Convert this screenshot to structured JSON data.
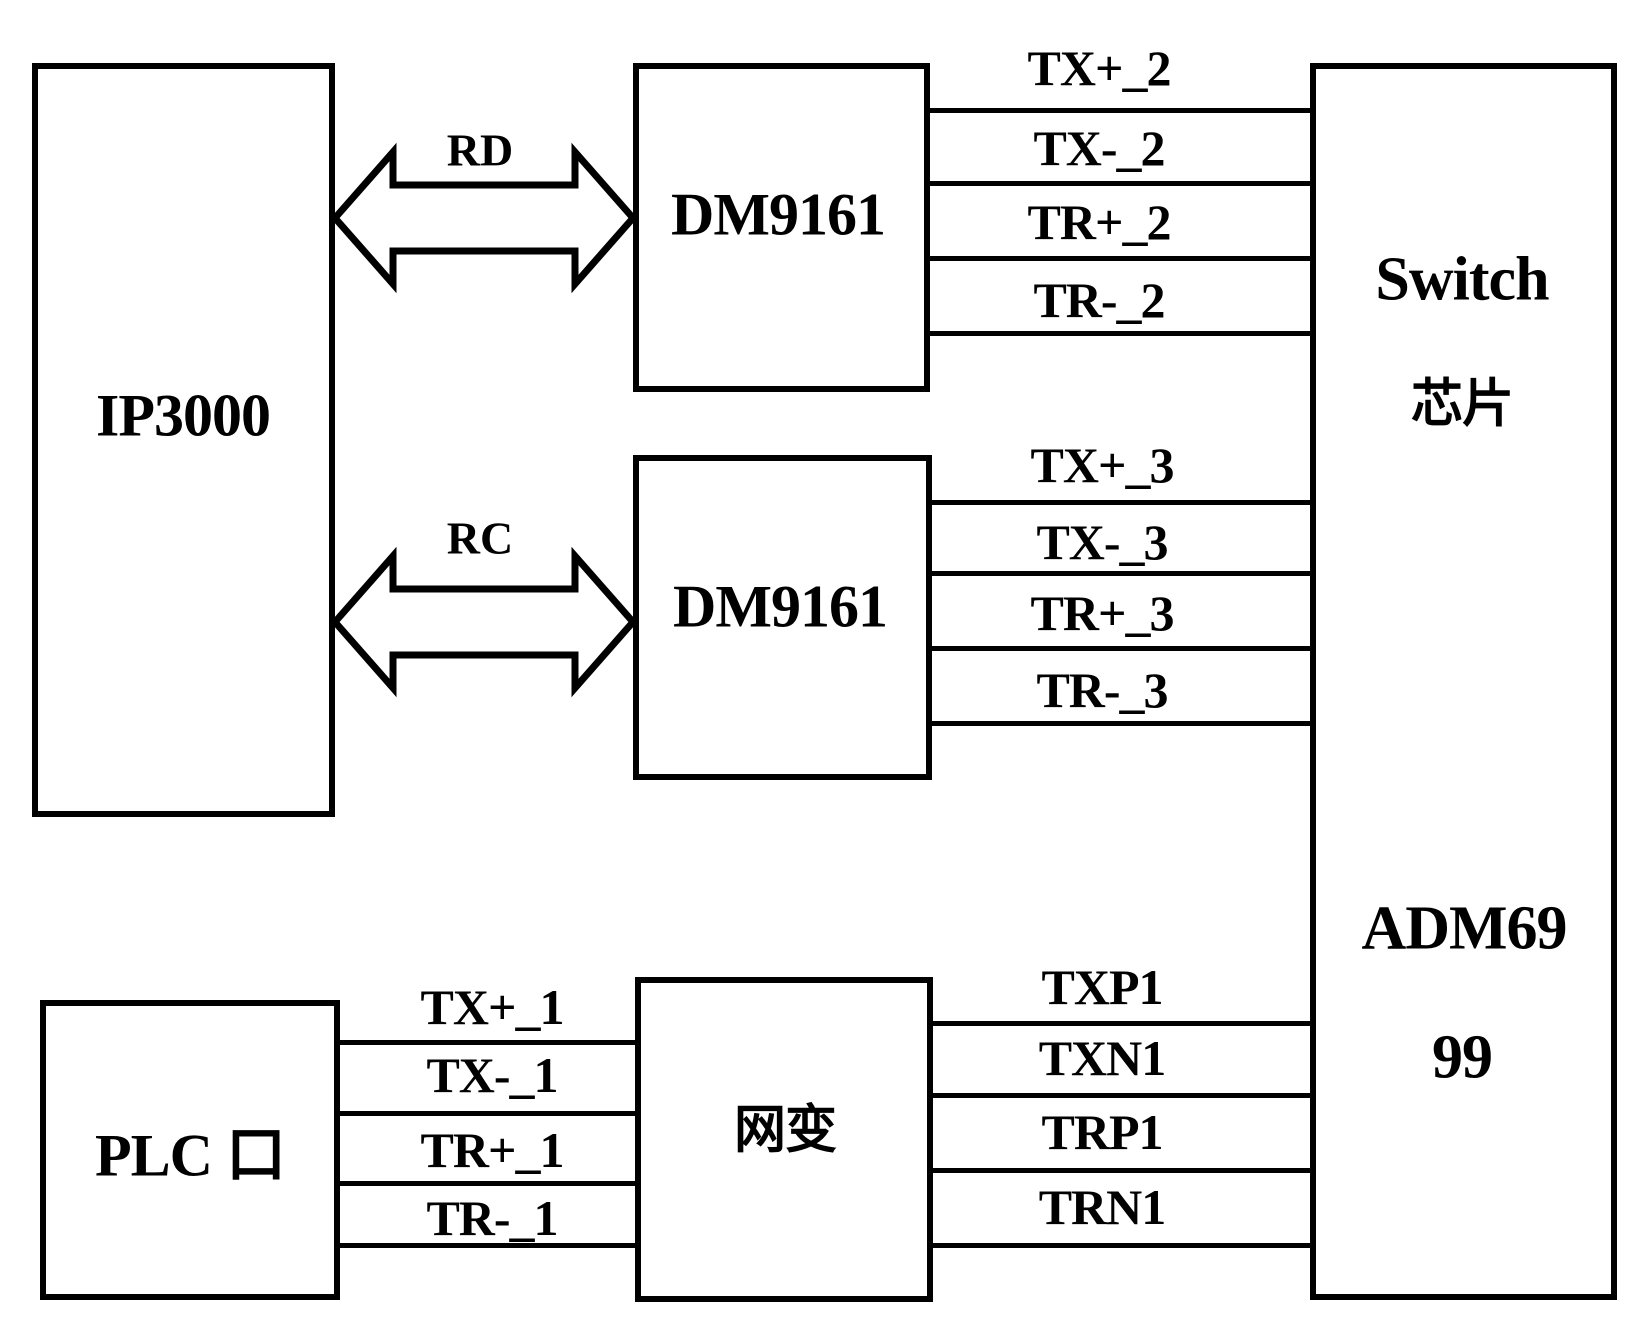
{
  "diagram": {
    "colors": {
      "ink": "#000000",
      "background": "#ffffff"
    },
    "boxes": {
      "ip3000": {
        "label": "IP3000"
      },
      "dm9161_top": {
        "label": "DM9161"
      },
      "dm9161_bottom": {
        "label": "DM9161"
      },
      "plc": {
        "label": "PLC 口"
      },
      "transformer": {
        "label": "网变"
      },
      "switch": {
        "label_en": "Switch",
        "label_cn": "芯片",
        "chip_line1": "ADM69",
        "chip_line2": "99"
      }
    },
    "arrows": {
      "rd": {
        "label": "RD"
      },
      "rc": {
        "label": "RC"
      }
    },
    "signals": {
      "dm_top_to_switch": [
        "TX+_2",
        "TX-_2",
        "TR+_2",
        "TR-_2"
      ],
      "dm_bottom_to_switch": [
        "TX+_3",
        "TX-_3",
        "TR+_3",
        "TR-_3"
      ],
      "plc_to_transformer": [
        "TX+_1",
        "TX-_1",
        "TR+_1",
        "TR-_1"
      ],
      "transformer_to_switch": [
        "TXP1",
        "TXN1",
        "TRP1",
        "TRN1"
      ]
    }
  }
}
